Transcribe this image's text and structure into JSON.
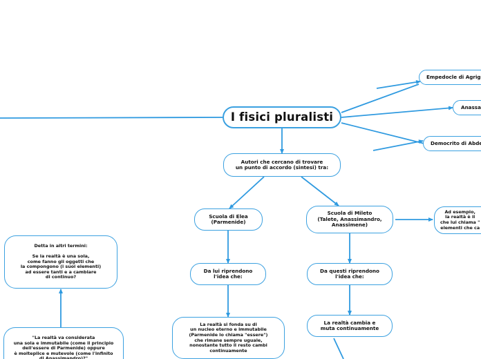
{
  "diagram": {
    "title": "I fisici pluralisti",
    "accent_color": "#3aa0e0",
    "line_color": "#2f9ae0",
    "background_color": "#ffffff",
    "text_color": "#101010"
  },
  "nodes": {
    "root": {
      "label": "I fisici pluralisti"
    },
    "empedocle": {
      "label": "Empedocle di Agrigento"
    },
    "anassagora": {
      "label": "Anassagora"
    },
    "democrito": {
      "label": "Democrito di Abdera"
    },
    "autori": {
      "label": "Autori che cercano di trovare\nun punto di accordo (sintesi) tra:"
    },
    "scuola_elea": {
      "label": "Scuola di Elea\n(Parmenide)"
    },
    "scuola_mileto": {
      "label": "Scuola di Mileto\n(Talete, Anassimandro,\nAnassimene)"
    },
    "esempio": {
      "label": "Ad esempio,\nla realtà è il\nche lui chiama \"\nelementi che ca"
    },
    "detta_altri_termini": {
      "label": "Detta in altri termini:\n\nSe la realtà è una sola,\ncome fanno gli oggetti che\nla compongono (i suoi elementi)\nad essere tanti e a cambiare\ndi continuo?"
    },
    "realta_considerata": {
      "label": "\"La realtà va considerata\nuna sola e immutabile (come il principio\ndell'essere di Parmenide) oppure\nè molteplice e mutevole (come l'infinito\ndi Anassimandro)?\""
    },
    "da_lui_riprendono": {
      "label": "Da lui riprendono\nl'idea che:"
    },
    "da_questi_riprendono": {
      "label": "Da questi riprendono\nl'idea che:"
    },
    "nucleo_eterno": {
      "label": "La realtà si fonda su di\nun nucleo eterno e immutabile\n(Parmenide lo chiama \"essere\")\nche rimane sempre uguale,\nnonostante tutto il resto cambi\ncontinuamente"
    },
    "realta_cambia": {
      "label": "La realtà cambia e\nmuta continuamente"
    }
  }
}
